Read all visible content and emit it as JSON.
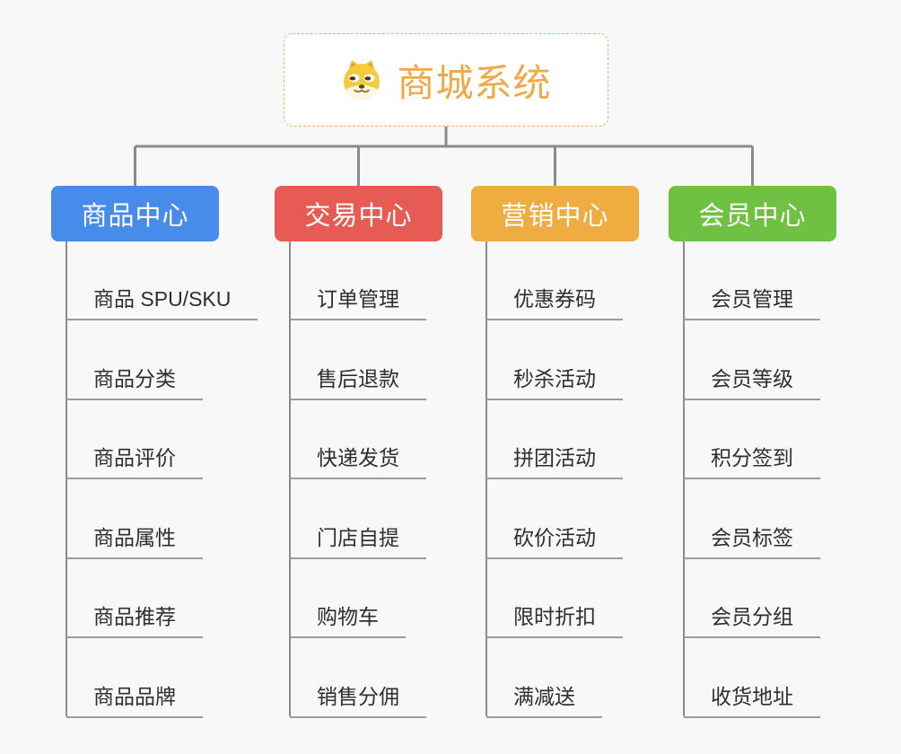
{
  "page": {
    "background": "#f8f8f9",
    "connector_color": "#8b8b8b",
    "underline_color": "#9b9b9b",
    "child_text_color": "#2e2e31"
  },
  "root": {
    "label": "商城系统",
    "icon": "dog-face-icon",
    "text_color": "#f0a848",
    "border_color": "#f0b467"
  },
  "branches": [
    {
      "name": "goods-center",
      "label": "商品中心",
      "color": "#478ceb",
      "children": [
        "商品 SPU/SKU",
        "商品分类",
        "商品评价",
        "商品属性",
        "商品推荐",
        "商品品牌"
      ]
    },
    {
      "name": "trade-center",
      "label": "交易中心",
      "color": "#e65c55",
      "children": [
        "订单管理",
        "售后退款",
        "快递发货",
        "门店自提",
        "购物车",
        "销售分佣"
      ]
    },
    {
      "name": "marketing-center",
      "label": "营销中心",
      "color": "#efac41",
      "children": [
        "优惠券码",
        "秒杀活动",
        "拼团活动",
        "砍价活动",
        "限时折扣",
        "满减送"
      ]
    },
    {
      "name": "member-center",
      "label": "会员中心",
      "color": "#6fc144",
      "children": [
        "会员管理",
        "会员等级",
        "积分签到",
        "会员标签",
        "会员分组",
        "收货地址"
      ]
    }
  ]
}
